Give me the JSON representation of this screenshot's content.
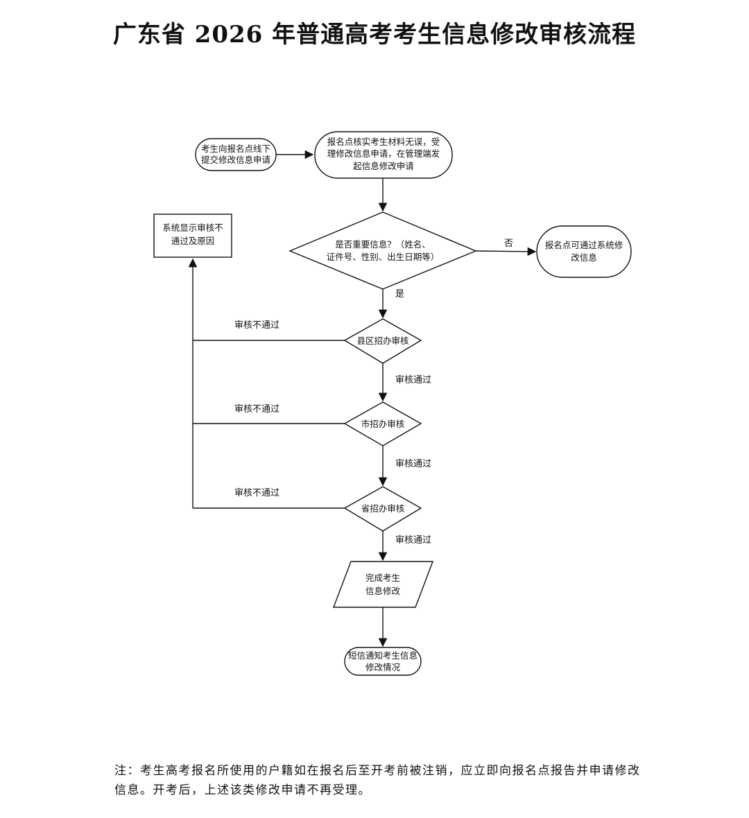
{
  "title": "广东省 2026 年普通高考考生信息修改审核流程",
  "nodes": {
    "start": [
      "考生向报名点线下",
      "提交修改信息申请"
    ],
    "verify": [
      "报名点核实考生材料无误，受",
      "理修改信息申请，在管理端发",
      "起信息修改申请"
    ],
    "decision": [
      "是否重要信息？（姓名、",
      "证件号、性别、出生日期等）"
    ],
    "self_modify": [
      "报名点可通过系统修",
      "改信息"
    ],
    "reject_reason": [
      "系统显示审核不",
      "通过及原因"
    ],
    "county_review": [
      "县区招办审核"
    ],
    "city_review": [
      "市招办审核"
    ],
    "province_review": [
      "省招办审核"
    ],
    "complete": [
      "完成考生",
      "信息修改"
    ],
    "sms": [
      "短信通知考生信息",
      "修改情况"
    ]
  },
  "edges": {
    "no": "否",
    "yes": "是",
    "pass": "审核通过",
    "fail": "审核不通过"
  },
  "note": "注：考生高考报名所使用的户籍如在报名后至开考前被注销，应立即向报名点报告并申请修改信息。开考后，上述该类修改申请不再受理。",
  "colors": {
    "stroke": "#111111",
    "background": "#ffffff"
  }
}
